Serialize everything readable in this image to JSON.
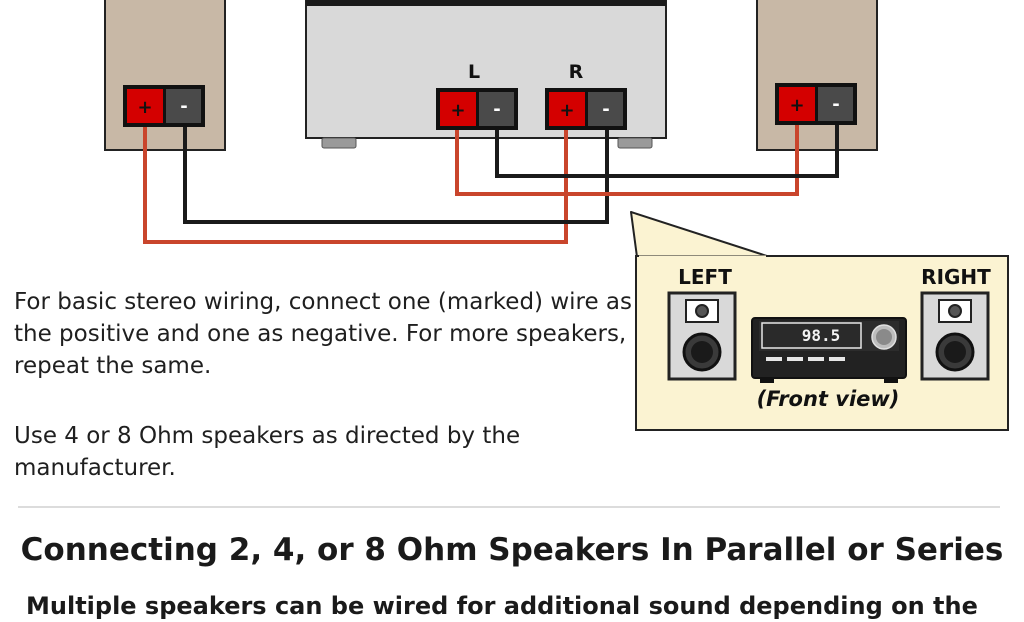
{
  "amp": {
    "left_channel_label": "L",
    "right_channel_label": "R"
  },
  "terminals": {
    "positive": "+",
    "negative": "-"
  },
  "callout": {
    "left_label": "LEFT",
    "right_label": "RIGHT",
    "display_value": "98.5",
    "caption": "(Front view)"
  },
  "text": {
    "paragraph1": "For basic stereo wiring, connect one (marked) wire as the positive and one as negative. For more speakers, repeat the same.",
    "paragraph2": "Use 4 or 8 Ohm speakers as directed by the manufacturer.",
    "heading": "Connecting 2, 4, or 8 Ohm Speakers In Parallel or Series",
    "subtext": "Multiple speakers can be wired for additional sound depending on the"
  },
  "colors": {
    "speaker_cabinet": "#c8b8a6",
    "amp_body": "#d9d9d9",
    "positive_terminal": "#d40000",
    "negative_terminal": "#4a4a4a",
    "positive_wire": "#c9452c",
    "negative_wire": "#1a1a1a",
    "callout_bg": "#fbf3d2"
  }
}
